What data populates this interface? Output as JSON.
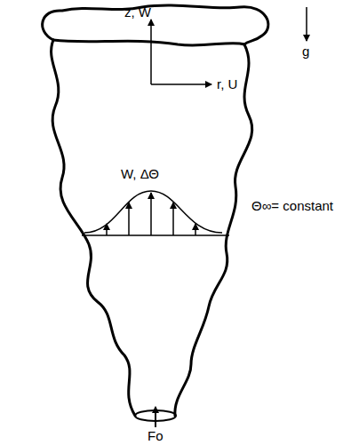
{
  "diagram": {
    "labels": [
      "z, W",
      "r, U",
      "g",
      "W, ΔΘ",
      "Θ∞= constant",
      "Fo"
    ]
  }
}
